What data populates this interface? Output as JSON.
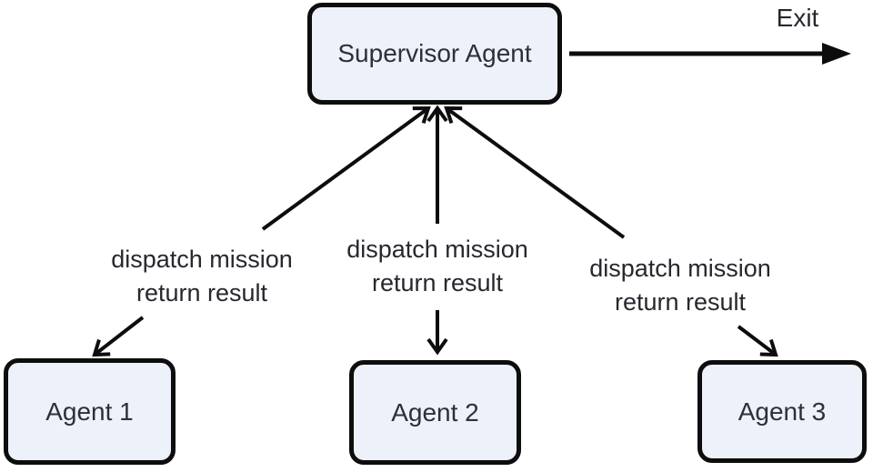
{
  "diagram": {
    "background_color": "#ffffff",
    "colors": {
      "node_fill": "#edf1f9",
      "node_border": "#0d0d0d",
      "node_text": "#2b303a",
      "label_text": "#26282e",
      "arrow": "#0d0d0d"
    },
    "nodes": {
      "supervisor": {
        "label": "Supervisor Agent"
      },
      "agent1": {
        "label": "Agent 1"
      },
      "agent2": {
        "label": "Agent 2"
      },
      "agent3": {
        "label": "Agent 3"
      }
    },
    "edges": {
      "exit": {
        "label": "Exit"
      },
      "supervisor_agent1": {
        "label_line1": "dispatch mission",
        "label_line2": "return result"
      },
      "supervisor_agent2": {
        "label_line1": "dispatch mission",
        "label_line2": "return result"
      },
      "supervisor_agent3": {
        "label_line1": "dispatch mission",
        "label_line2": "return result"
      }
    }
  }
}
